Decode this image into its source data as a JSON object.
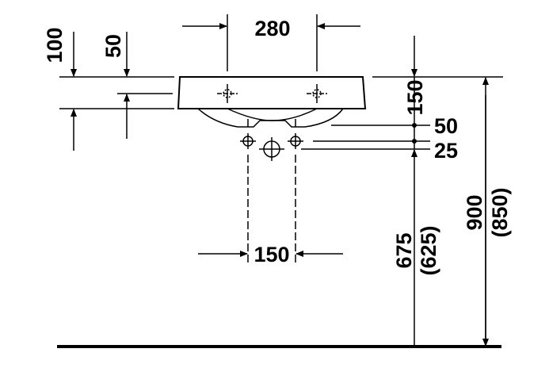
{
  "drawing": {
    "title": "Washbasin dimension drawing",
    "dimensions": {
      "tap_hole_spacing": "280",
      "basin_height": "100",
      "tap_hole_offset": "50",
      "rim_to_waste": "150",
      "waste_step_1": "50",
      "waste_step_2": "25",
      "waste_spacing": "150",
      "waste_height": "675",
      "waste_height_alt": "(625)",
      "rim_height": "900",
      "rim_height_alt": "(850)"
    }
  }
}
